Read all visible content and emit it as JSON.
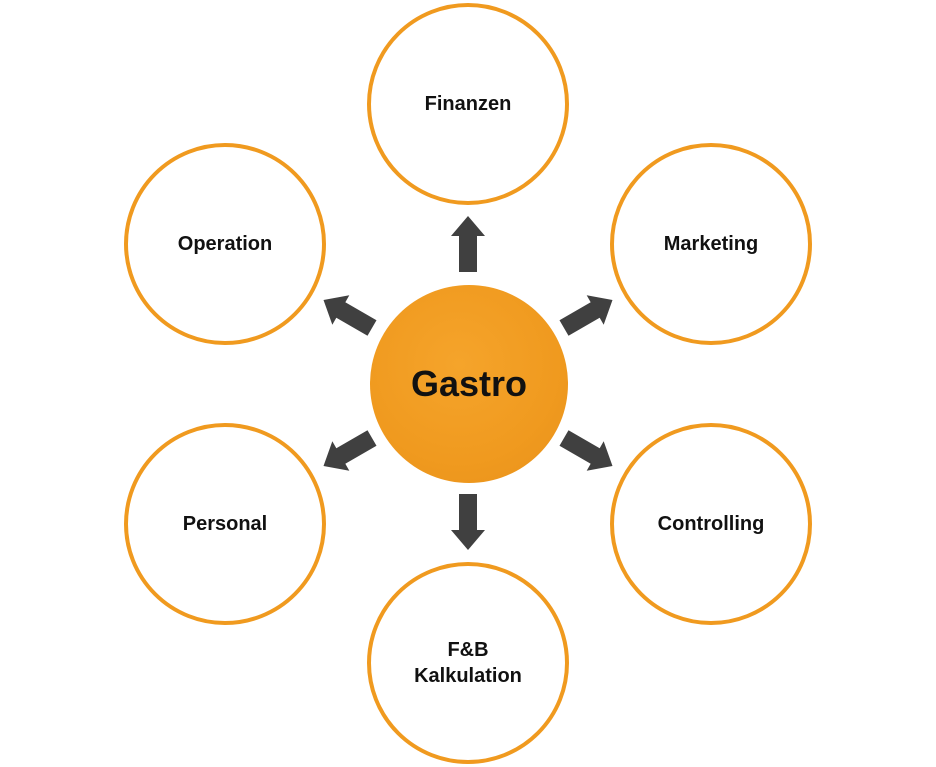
{
  "hub": {
    "label": "Gastro",
    "color": "#F09A1F"
  },
  "nodes": {
    "finanzen": "Finanzen",
    "marketing": "Marketing",
    "controlling": "Controlling",
    "fb_kalkulation": "F&B\nKalkulation",
    "personal": "Personal",
    "operation": "Operation"
  },
  "colors": {
    "ring": "#F09A1F",
    "arrow": "#404040"
  }
}
